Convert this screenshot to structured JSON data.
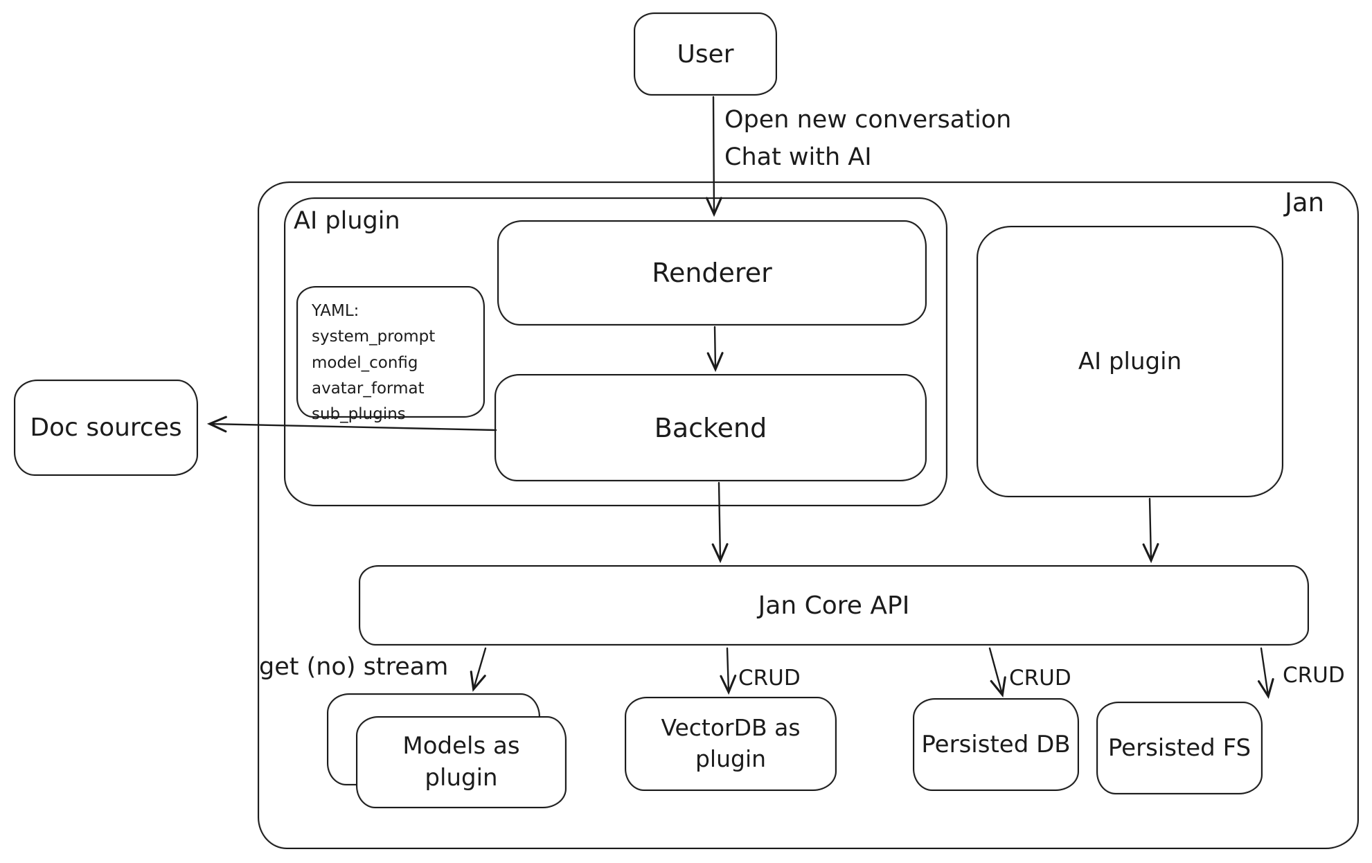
{
  "colors": {
    "stroke": "#1b1b1b",
    "background": "#ffffff"
  },
  "nodes": {
    "user": {
      "label": "User"
    },
    "jan_container": {
      "label": "Jan"
    },
    "ai_plugin_container": {
      "label": "AI plugin"
    },
    "renderer": {
      "label": "Renderer"
    },
    "yaml_note": {
      "lines": [
        "YAML:",
        "system_prompt",
        "model_config",
        "avatar_format",
        "sub_plugins"
      ]
    },
    "backend": {
      "label": "Backend"
    },
    "doc_sources": {
      "label": "Doc sources"
    },
    "ai_plugin_right": {
      "label": "AI plugin"
    },
    "jan_core_api": {
      "label": "Jan Core API"
    },
    "models_as_plugin": {
      "label": "Models as\nplugin"
    },
    "vectordb_as_plugin": {
      "label": "VectorDB as\nplugin"
    },
    "persisted_db": {
      "label": "Persisted DB"
    },
    "persisted_fs": {
      "label": "Persisted FS"
    }
  },
  "edges": {
    "user_to_renderer": {
      "label": "Open new conversation\nChat with AI"
    },
    "core_to_models": {
      "label": "get (no) stream"
    },
    "core_to_vectordb": {
      "label": "CRUD"
    },
    "core_to_persisted_db": {
      "label": "CRUD"
    },
    "core_to_persisted_fs": {
      "label": "CRUD"
    }
  }
}
